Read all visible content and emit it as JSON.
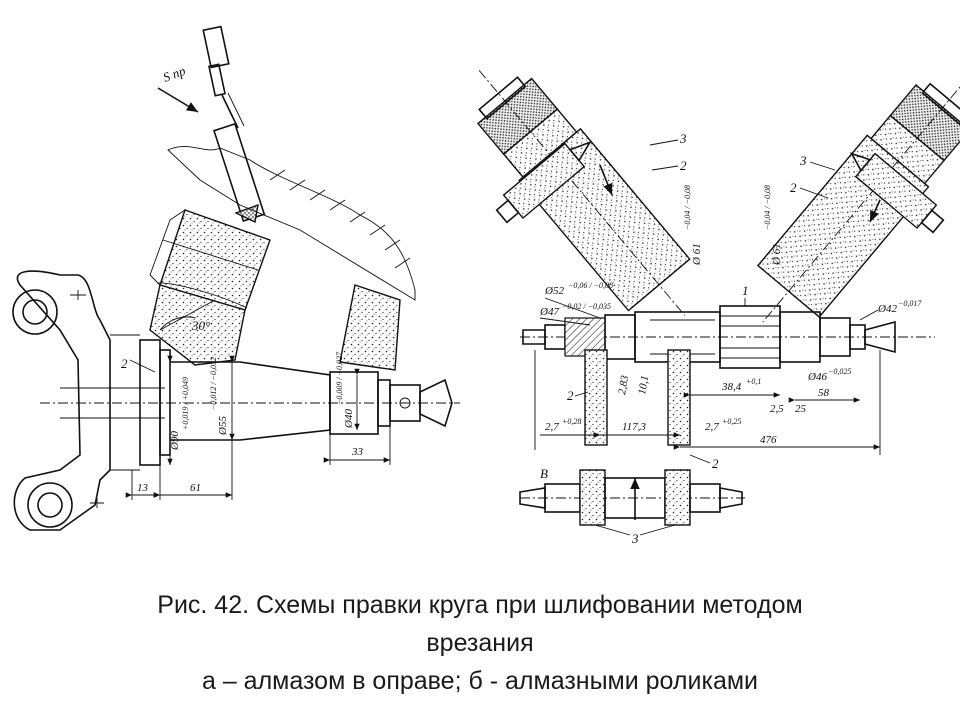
{
  "caption": {
    "line1": "Рис. 42. Схемы правки круга при шлифовании методом",
    "line2": "врезания",
    "line3": "а – алмазом в оправе; б - алмазными роликами"
  },
  "left_drawing": {
    "feed_label": "S пр",
    "angle_label": "30°",
    "callout": "2",
    "dims": {
      "d90": "Ø90",
      "d90_tol": "+0,019 / +0,049",
      "d55": "Ø55",
      "d55_tol": "−0,012 / −0,032",
      "d40": "Ø40",
      "d40_tol": "−0,009 / −0,027",
      "len_13": "13",
      "len_61": "61",
      "len_33": "33"
    }
  },
  "right_drawing": {
    "label_a": "А",
    "label_b": "Б",
    "label_v": "В",
    "callouts": {
      "c1": "1",
      "c2a": "2",
      "c3a": "3",
      "c2b": "2",
      "c3b": "3",
      "c2c": "2",
      "c2d": "2",
      "c3c": "3"
    },
    "dims": {
      "d52": "Ø52",
      "d52_tol": "−0,06 / −0,08",
      "d47": "Ø47",
      "d47_tol": "−0,02 / −0,035",
      "d61a": "Ø 61",
      "d61a_tol": "−0,04 / −0,08",
      "d61b": "Ø 61",
      "d61b_tol": "−0,04 / −0,08",
      "d42": "Ø42",
      "d42_tol": "−0,017",
      "d46": "Ø46",
      "d46_tol": "−0,025",
      "d283": "2,83",
      "d101": "10,1",
      "len_384": "38,4",
      "len_384_tol": "+0,1",
      "len_27a": "2,7",
      "len_27a_tol": "+0,28",
      "len_1173": "117,3",
      "len_27b": "2,7",
      "len_27b_tol": "+0,25",
      "len_476": "476",
      "len_25a": "2,5",
      "len_25b": "25",
      "len_58": "58"
    }
  }
}
